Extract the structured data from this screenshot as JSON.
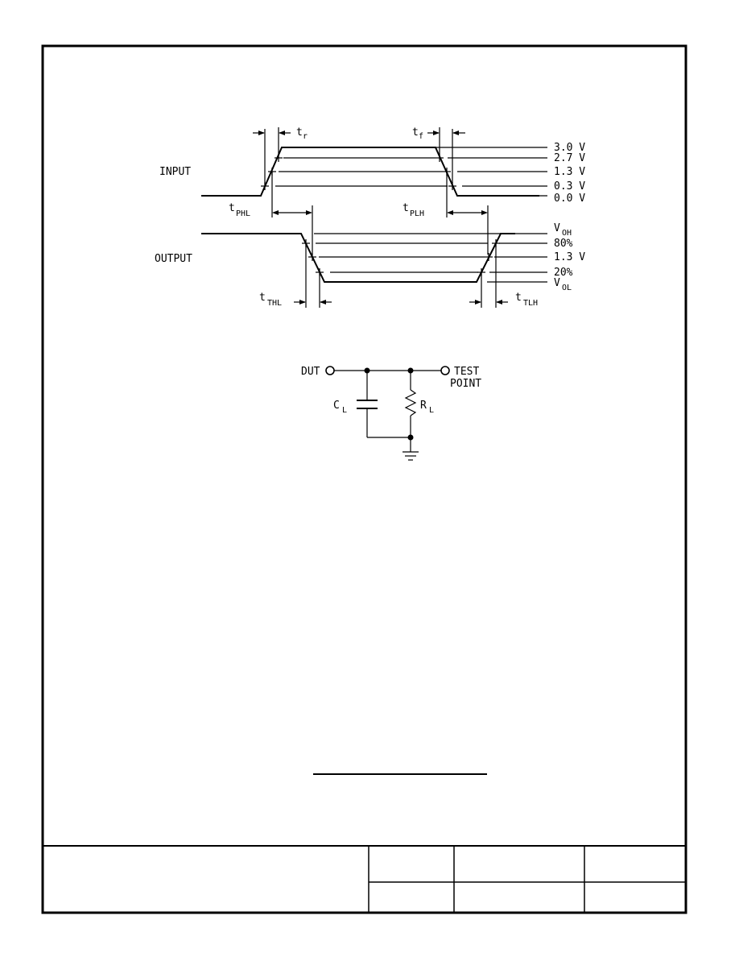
{
  "timing": {
    "input_label": "INPUT",
    "output_label": "OUTPUT",
    "input_levels": [
      "3.0 V",
      "2.7 V",
      "1.3 V",
      "0.3 V",
      "0.0 V"
    ],
    "output_levels": {
      "voh_main": "V",
      "voh_sub": "OH",
      "p80": "80%",
      "mid": "1.3 V",
      "p20": "20%",
      "vol_main": "V",
      "vol_sub": "OL"
    },
    "tr": {
      "main": "t",
      "sub": "r"
    },
    "tf": {
      "main": "t",
      "sub": "f"
    },
    "tphl": {
      "main": "t",
      "sub": "PHL"
    },
    "tplh": {
      "main": "t",
      "sub": "PLH"
    },
    "tthl": {
      "main": "t",
      "sub": "THL"
    },
    "ttlh": {
      "main": "t",
      "sub": "TLH"
    }
  },
  "circuit": {
    "dut_label": "DUT",
    "test_point_line1": "TEST",
    "test_point_line2": "POINT",
    "cl": {
      "main": "C",
      "sub": "L"
    },
    "rl": {
      "main": "R",
      "sub": "L"
    }
  }
}
